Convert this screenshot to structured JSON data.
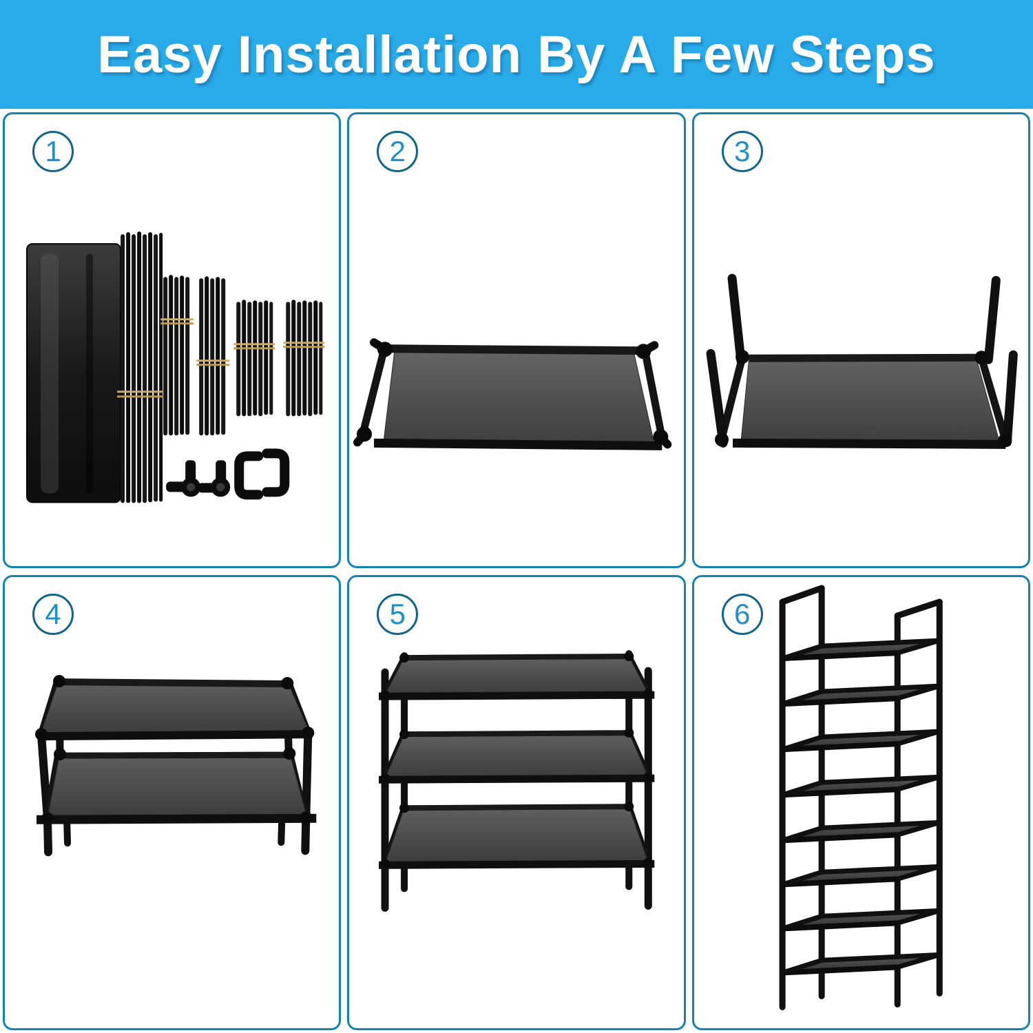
{
  "banner": {
    "text": "Easy Installation By A Few Steps",
    "bg_color": "#29abe9",
    "text_color": "#ffffff"
  },
  "colors": {
    "panel_border": "#1483b2",
    "badge_ring": "#10648c",
    "badge_digit": "#1d8fca",
    "tube_black": "#141414",
    "shelf_fabric_gray": "#555555",
    "bundle_tie_band": "#c9ad72",
    "background": "#ffffff"
  },
  "steps": [
    {
      "number": "1",
      "illustration": "disassembled-parts-kit"
    },
    {
      "number": "2",
      "illustration": "single-shelf-frame"
    },
    {
      "number": "3",
      "illustration": "shelf-with-corner-posts"
    },
    {
      "number": "4",
      "illustration": "two-tier-rack"
    },
    {
      "number": "5",
      "illustration": "three-tier-rack"
    },
    {
      "number": "6",
      "illustration": "complete-eight-tier-rack"
    }
  ]
}
